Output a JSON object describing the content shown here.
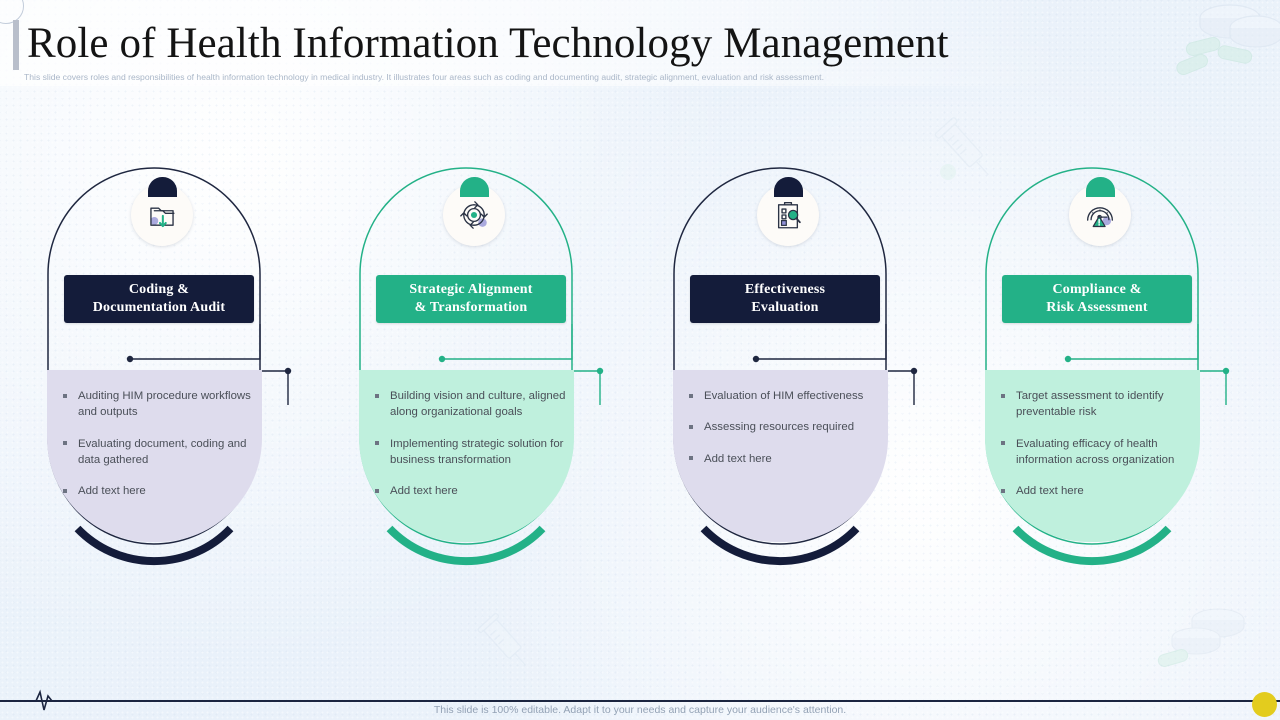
{
  "slide": {
    "title": "Role of Health Information Technology Management",
    "subtitle": "This slide covers roles and responsibilities of health information technology in medical industry. It illustrates four areas such as coding and documenting audit, strategic alignment,  evaluation and risk assessment.",
    "footer_note": "This slide is 100% editable. Adapt it to your needs and capture your audience's attention.",
    "colors": {
      "navy": "#141c3a",
      "teal": "#23b187",
      "navy_fill": "#dedced",
      "teal_fill": "#bff0dd",
      "background": "#eef4fb",
      "accent_yellow": "#e3cc1e",
      "body_text": "#4a4f58"
    }
  },
  "columns": [
    {
      "theme": "navy",
      "icon": "folder-download-icon",
      "title_line1": "Coding &",
      "title_line2": "Documentation  Audit",
      "bullets": [
        "Auditing HIM  procedure workflows  and  outputs",
        "Evaluating  document, coding and data gathered",
        "Add text here"
      ]
    },
    {
      "theme": "teal",
      "icon": "process-cycle-gear-icon",
      "title_line1": "Strategic Alignment",
      "title_line2": "& Transformation",
      "bullets": [
        "Building vision and culture, aligned along organizational  goals",
        "Implementing  strategic solution for business transformation",
        "Add text here"
      ]
    },
    {
      "theme": "navy",
      "icon": "clipboard-magnifier-icon",
      "title_line1": "Effectiveness",
      "title_line2": "Evaluation",
      "bullets": [
        "Evaluation  of HIM  effectiveness",
        "Assessing resources required",
        "Add text here"
      ]
    },
    {
      "theme": "teal",
      "icon": "risk-gauge-warning-icon",
      "title_line1": "Compliance &",
      "title_line2": "Risk Assessment",
      "bullets": [
        "Target  assessment to identify preventable  risk",
        "Evaluating  efficacy  of health  information across organization",
        "Add text here"
      ]
    }
  ]
}
